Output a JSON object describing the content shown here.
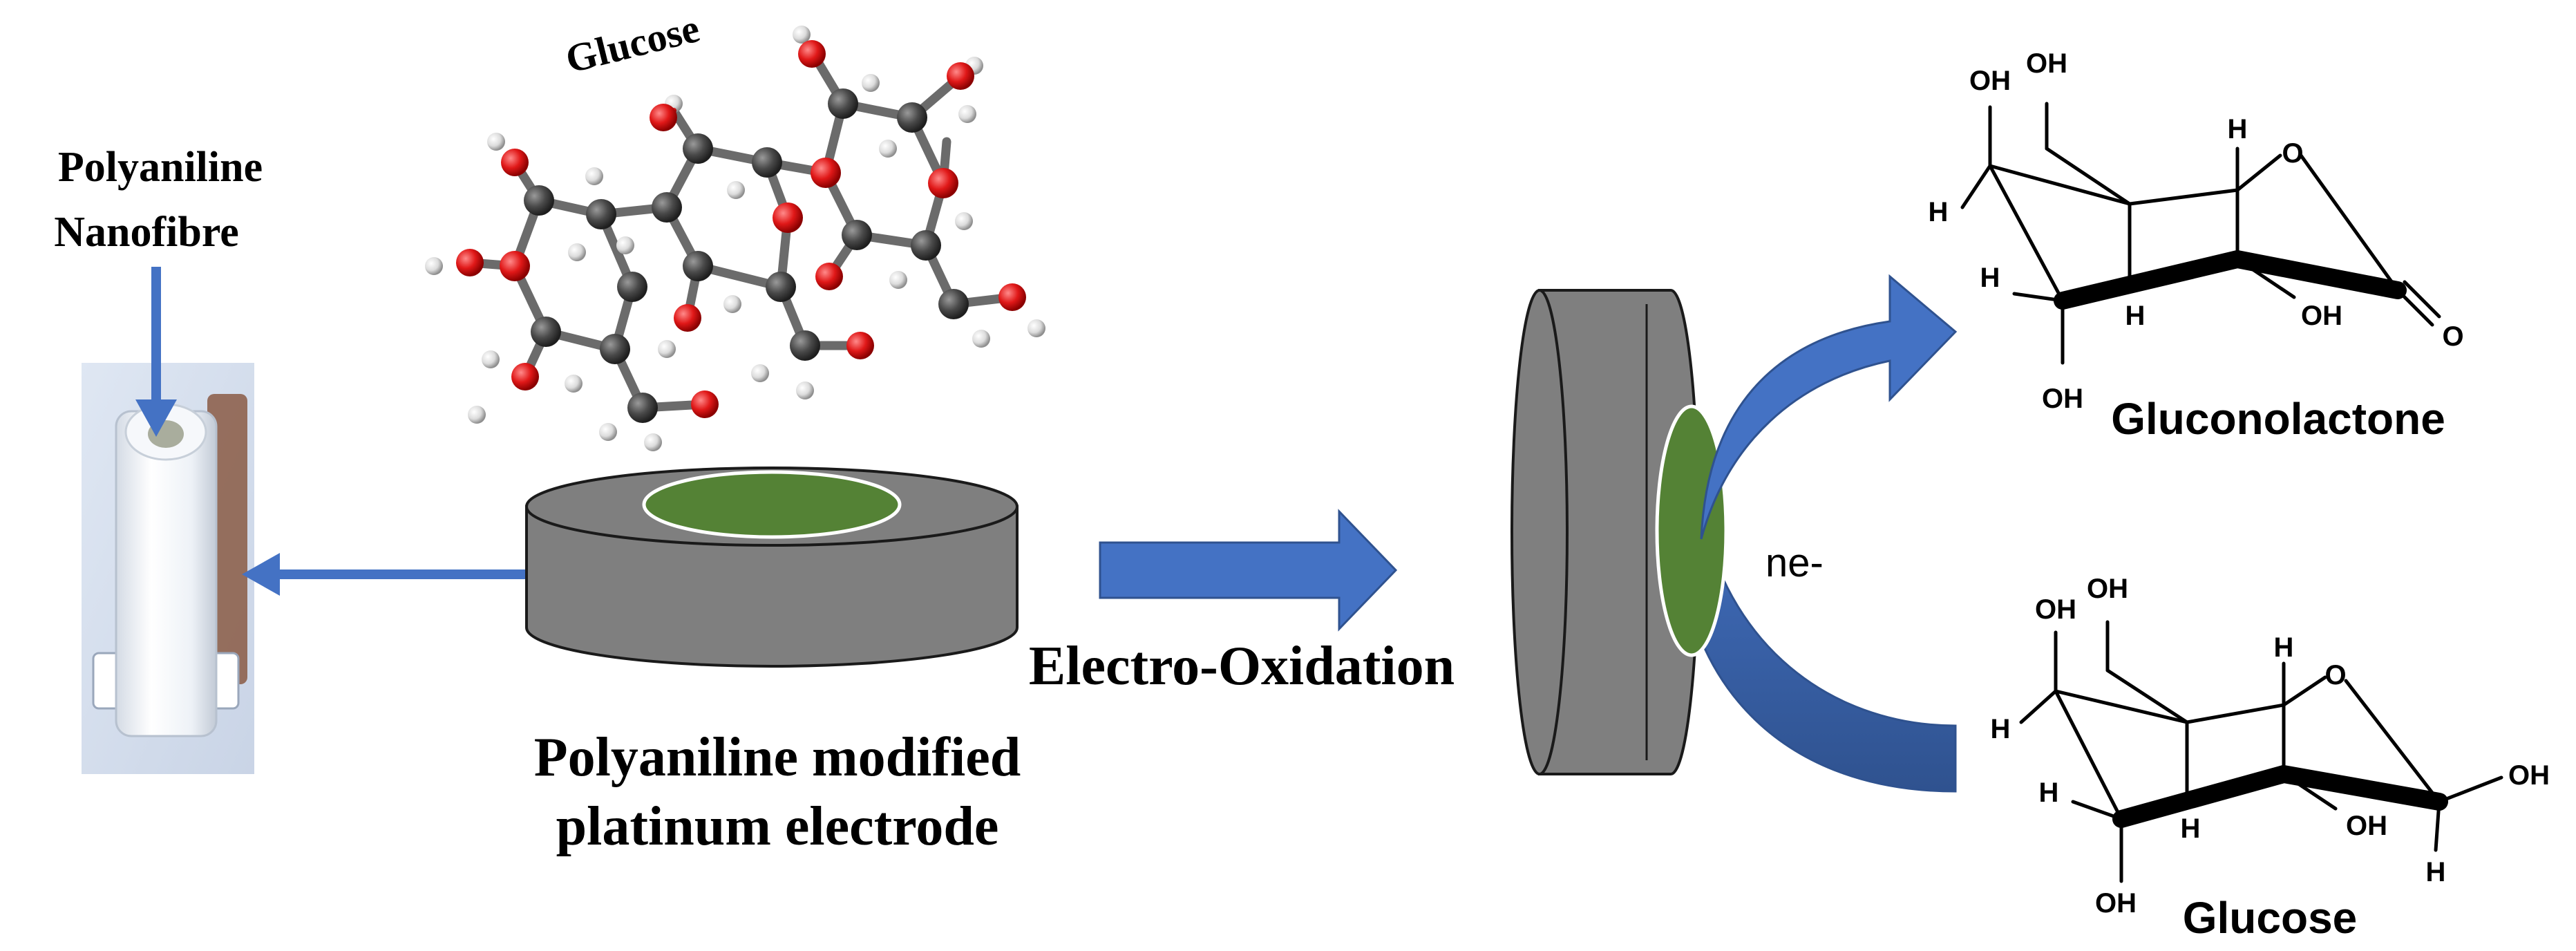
{
  "labels": {
    "nanofibre_line1": "Polyaniline",
    "nanofibre_line2": "Nanofibre",
    "glucose_model": "Glucose",
    "electrode_line1": "Polyaniline modified",
    "electrode_line2": "platinum electrode",
    "process": "Electro-Oxidation",
    "electrons": "ne-",
    "product": "Gluconolactone",
    "reactant": "Glucose"
  },
  "product_atoms": {
    "oh_top_left": "OH",
    "oh_top": "OH",
    "h_top_right": "H",
    "o_ring": "O",
    "h_left": "H",
    "h_lower_left": "H",
    "h_bottom": "H",
    "oh_bottom_right": "OH",
    "o_carbonyl": "O",
    "oh_bottom": "OH"
  },
  "reactant_atoms": {
    "oh_top_left": "OH",
    "oh_top": "OH",
    "h_top_right": "H",
    "o_ring": "O",
    "h_left": "H",
    "h_lower_left": "H",
    "h_bottom": "H",
    "oh_bottom_right": "OH",
    "oh_right": "OH",
    "h_right_bottom": "H",
    "oh_bottom": "OH"
  },
  "colors": {
    "arrow_blue": "#4472C4",
    "arrow_dark_blue": "#2F528F",
    "electrode_gray": "#7F7F7F",
    "coating_green": "#548235",
    "atom_oxygen": "#E02020",
    "atom_carbon": "#555555",
    "atom_hydrogen": "#E8E8E8"
  }
}
